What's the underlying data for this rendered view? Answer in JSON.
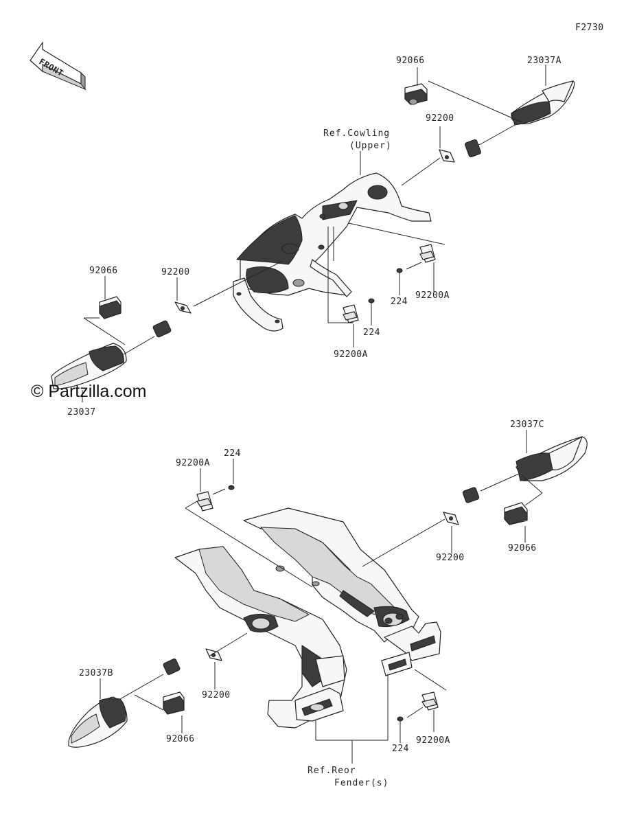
{
  "figure_code": "F2730",
  "front_badge": "FRONT",
  "watermark": "© Partzilla.com",
  "references": {
    "cowling_line1": "Ref.Cowling",
    "cowling_line2": "(Upper)",
    "fender_line1": "Ref.Reor",
    "fender_line2": "Fender(s)"
  },
  "callouts": {
    "upper_right_92066": "92066",
    "upper_right_23037A": "23037A",
    "upper_right_92200": "92200",
    "upper_left_92066": "92066",
    "upper_left_92200": "92200",
    "upper_left_23037": "23037",
    "upper_center_224_a": "224",
    "upper_center_92200A_a": "92200A",
    "upper_center_224_b": "224",
    "upper_center_92200A_b": "92200A",
    "lower_right_23037C": "23037C",
    "lower_right_92200": "92200",
    "lower_right_92066": "92066",
    "lower_left_92200A": "92200A",
    "lower_left_224": "224",
    "lower_left_92200": "92200",
    "lower_left_23037B": "23037B",
    "lower_left_92066": "92066",
    "lower_center_224": "224",
    "lower_center_92200A": "92200A"
  }
}
